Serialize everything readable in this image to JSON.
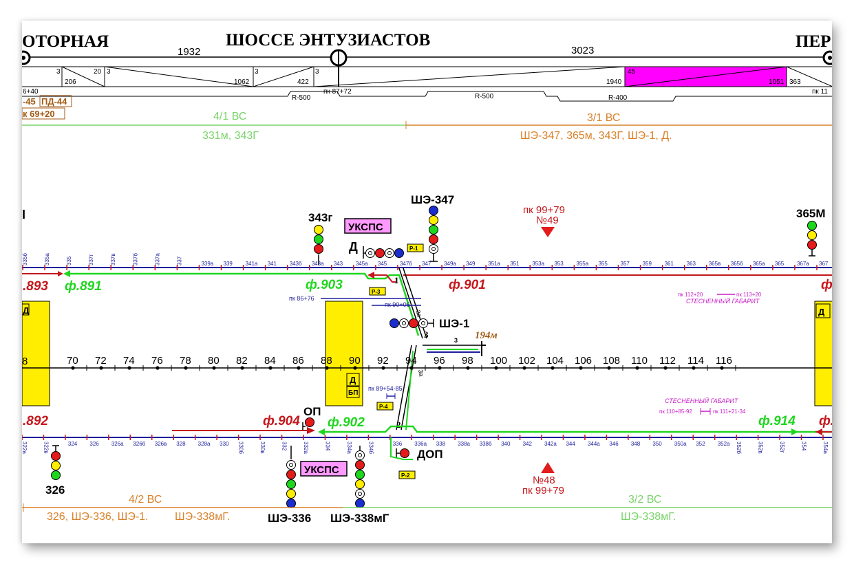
{
  "header": {
    "station_left": "ОТОРНАЯ",
    "station_center": "ШОССЕ ЭНТУЗИАСТОВ",
    "station_right": "ПЕР",
    "span_left": "1932",
    "span_right": "3023"
  },
  "profile": {
    "segments": [
      {
        "slope": "3",
        "length": "206"
      },
      {
        "slope": "20",
        "length": ""
      },
      {
        "slope": "3",
        "length": "1062"
      },
      {
        "slope": "3",
        "length": "422"
      },
      {
        "slope": "3",
        "length": "1940"
      },
      {
        "slope": "45",
        "length": "1051"
      },
      {
        "slope": "",
        "length": "363"
      }
    ],
    "left_pk": "6+40",
    "right_pk": "пк 11",
    "mid_pk": "пк 87+72"
  },
  "plan": {
    "curves": [
      "R-500",
      "R-500",
      "R-400"
    ]
  },
  "left_box": {
    "pd_left": "-45",
    "pd": "ПД-44",
    "pk": "к 69+20"
  },
  "blocks_top": {
    "left_title": "4/1 ВС",
    "left_signals": "331м, 343Г",
    "right_title": "3/1 ВС",
    "right_signals": "ШЭ-347, 365м, 343Г, ШЭ-1, Д."
  },
  "blocks_bottom": {
    "left_title": "4/2 ВС",
    "left_signals_a": "326, ШЭ-336,  ШЭ-1.",
    "left_signals_b": "ШЭ-338мГ.",
    "right_title": "3/2 ВС",
    "right_signals": "ШЭ-338мГ."
  },
  "signals": {
    "s343g": "343г",
    "she347": "ШЭ-347",
    "s365m": "365М",
    "d_top": "Д",
    "she1": "ШЭ-1",
    "op": "ОП",
    "dop": "ДОП",
    "s326": "326",
    "she336": "ШЭ-336",
    "she338": "ШЭ-338мГ",
    "partial_left": "I"
  },
  "ukps": "УКСПС",
  "markers": {
    "top": {
      "pk": "пк 99+79",
      "num": "№49"
    },
    "bottom": {
      "num": "№48",
      "pk": "пк 99+79"
    }
  },
  "feeders": {
    "f893": ".893",
    "f891": "ф.891",
    "f903": "ф.903",
    "f901": "ф.901",
    "f892": ".892",
    "f904": "ф.904",
    "f902": "ф.902",
    "f914": "ф.914",
    "f_right_top": "ф.",
    "f_right_bot": "ф."
  },
  "track_top_labels": [
    "335б",
    "335а",
    "335",
    "337г",
    "337в",
    "337б",
    "337а",
    "337",
    "339а",
    "339",
    "341а",
    "341",
    "343б",
    "343а",
    "343",
    "345а",
    "345",
    "347б",
    "347",
    "349а",
    "349",
    "351а",
    "351",
    "353а",
    "353",
    "355а",
    "355",
    "357",
    "359",
    "361",
    "363",
    "365в",
    "365б",
    "365а",
    "365",
    "367а",
    "367"
  ],
  "track_bottom_labels": [
    "322а",
    "322в",
    "324",
    "326",
    "326а",
    "326б",
    "326в",
    "328",
    "328а",
    "330",
    "330б",
    "330в",
    "332",
    "332а",
    "334",
    "334а",
    "334б",
    "336",
    "336а",
    "338",
    "338а",
    "338б",
    "340",
    "342",
    "342а",
    "344",
    "344а",
    "346",
    "348",
    "350",
    "350а",
    "352",
    "352а",
    "352б",
    "352в",
    "352г",
    "354",
    "354а"
  ],
  "km_labels": [
    "70",
    "72",
    "74",
    "76",
    "78",
    "80",
    "82",
    "84",
    "86",
    "88",
    "90",
    "92",
    "94",
    "96",
    "98",
    "100",
    "102",
    "104",
    "106",
    "108",
    "110",
    "112",
    "114",
    "116"
  ],
  "km_partial_left": "8",
  "pk_notes": {
    "pk8676": "пк 86+76",
    "pk9006": "пк 90+06",
    "pk8954": "пк 89+54-85",
    "pk112": "пк 112+20",
    "pk113": "пк 113+20",
    "cramped_top": "СТЕСНЕННЫЙ ГАБАРИТ",
    "pk110": "пк 110+85-92",
    "pk111": "пк 111+21-34",
    "cramped_bottom": "СТЕСНЕННЫЙ ГАБАРИТ"
  },
  "switches": {
    "sw1": "1",
    "sw2": "2",
    "sw3": "3",
    "s3a_top": "3а",
    "s3a_bot": "3а",
    "track3": "3",
    "len194": "194м"
  },
  "platforms": {
    "d_left": "Д",
    "d_mid": "Д",
    "bp": "БП",
    "d_right": "Д"
  },
  "relays": {
    "p1": "Р-1",
    "p2": "Р-2",
    "p3": "Р-3",
    "p4": "Р-4"
  },
  "colors": {
    "feeder_red": "#c4171c",
    "feeder_green": "#1fd61f",
    "block_green": "#7ad36a",
    "block_orange": "#d9822b",
    "track_blue": "#1c1c9e",
    "magenta": "#ff00ff",
    "platform_yellow": "#ffee00"
  }
}
